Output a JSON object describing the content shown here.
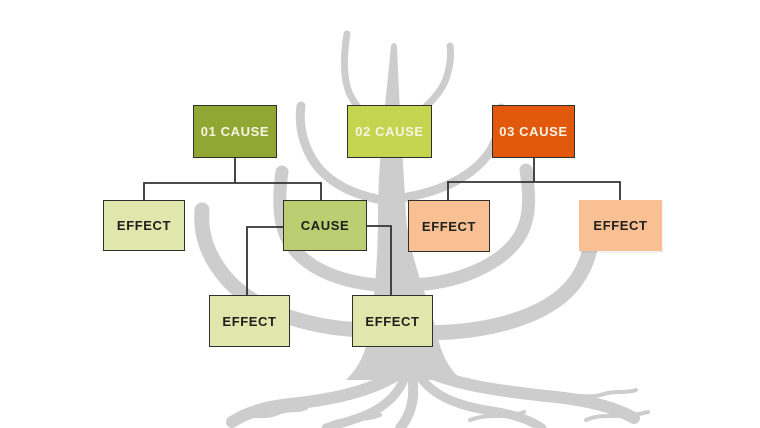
{
  "colors": {
    "background": "#ffffff",
    "tree_silhouette": "#cdcdcd",
    "connector": "#333333",
    "box_border": "#2f2f2b"
  },
  "diagram": {
    "type": "cause-effect-tree",
    "nodes": [
      {
        "id": "cause-01",
        "label": "01 CAUSE",
        "role": "root-cause",
        "fill": "#92a733",
        "text_color": "#f7f4e3",
        "bordered": true
      },
      {
        "id": "cause-02",
        "label": "02 CAUSE",
        "role": "root-cause",
        "fill": "#c6d550",
        "text_color": "#f7f4e3",
        "bordered": true
      },
      {
        "id": "cause-03",
        "label": "03 CAUSE",
        "role": "root-cause",
        "fill": "#e2590e",
        "text_color": "#f7f4e3",
        "bordered": true
      },
      {
        "id": "effect-left",
        "label": "EFFECT",
        "role": "effect",
        "fill": "#dfe7ac",
        "text_color": "#20201c",
        "bordered": true
      },
      {
        "id": "cause-mid",
        "label": "CAUSE",
        "role": "sub-cause",
        "fill": "#bccd72",
        "text_color": "#20201c",
        "bordered": true
      },
      {
        "id": "effect-mid",
        "label": "EFFECT",
        "role": "effect",
        "fill": "#f8c093",
        "text_color": "#20201c",
        "bordered": true
      },
      {
        "id": "effect-right",
        "label": "EFFECT",
        "role": "effect",
        "fill": "#f8c093",
        "text_color": "#20201c",
        "bordered": false
      },
      {
        "id": "effect-sub-left",
        "label": "EFFECT",
        "role": "effect",
        "fill": "#dfe7ac",
        "text_color": "#20201c",
        "bordered": true
      },
      {
        "id": "effect-sub-right",
        "label": "EFFECT",
        "role": "effect",
        "fill": "#dfe7ac",
        "text_color": "#20201c",
        "bordered": true
      }
    ],
    "edges": [
      {
        "from": "cause-01",
        "to": [
          "effect-left",
          "cause-mid"
        ]
      },
      {
        "from": "cause-03",
        "to": [
          "effect-mid",
          "effect-right"
        ]
      },
      {
        "from": "cause-mid",
        "to": [
          "effect-sub-left",
          "effect-sub-right"
        ]
      }
    ]
  }
}
